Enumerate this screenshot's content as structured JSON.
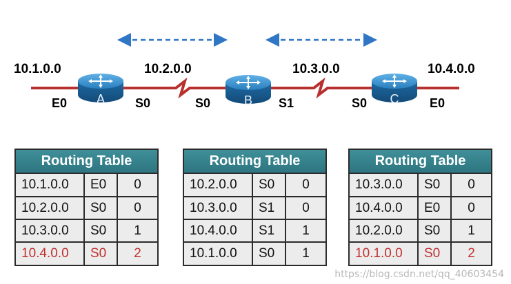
{
  "networks": [
    "10.1.0.0",
    "10.2.0.0",
    "10.3.0.0",
    "10.4.0.0"
  ],
  "routers": {
    "a": {
      "name": "A",
      "left_iface": "E0",
      "right_iface": "S0"
    },
    "b": {
      "name": "B",
      "left_iface": "S0",
      "right_iface": "S1"
    },
    "c": {
      "name": "C",
      "left_iface": "S0",
      "right_iface": "E0"
    }
  },
  "colors": {
    "router": "#2a7fbd",
    "link": "#b8312f",
    "arrow": "#2f76c4",
    "highlight": "#c0302f",
    "header": "#35808a"
  },
  "tables": [
    {
      "title": "Routing Table",
      "rows": [
        {
          "net": "10.1.0.0",
          "iface": "E0",
          "hops": "0",
          "highlight": false
        },
        {
          "net": "10.2.0.0",
          "iface": "S0",
          "hops": "0",
          "highlight": false
        },
        {
          "net": "10.3.0.0",
          "iface": "S0",
          "hops": "1",
          "highlight": false
        },
        {
          "net": "10.4.0.0",
          "iface": "S0",
          "hops": "2",
          "highlight": true
        }
      ]
    },
    {
      "title": "Routing Table",
      "rows": [
        {
          "net": "10.2.0.0",
          "iface": "S0",
          "hops": "0",
          "highlight": false
        },
        {
          "net": "10.3.0.0",
          "iface": "S1",
          "hops": "0",
          "highlight": false
        },
        {
          "net": "10.4.0.0",
          "iface": "S1",
          "hops": "1",
          "highlight": false
        },
        {
          "net": "10.1.0.0",
          "iface": "S0",
          "hops": "1",
          "highlight": false
        }
      ]
    },
    {
      "title": "Routing Table",
      "rows": [
        {
          "net": "10.3.0.0",
          "iface": "S0",
          "hops": "0",
          "highlight": false
        },
        {
          "net": "10.4.0.0",
          "iface": "E0",
          "hops": "0",
          "highlight": false
        },
        {
          "net": "10.2.0.0",
          "iface": "S0",
          "hops": "1",
          "highlight": false
        },
        {
          "net": "10.1.0.0",
          "iface": "S0",
          "hops": "2",
          "highlight": true
        }
      ]
    }
  ],
  "watermark": "https://blog.csdn.net/qq_40603454"
}
